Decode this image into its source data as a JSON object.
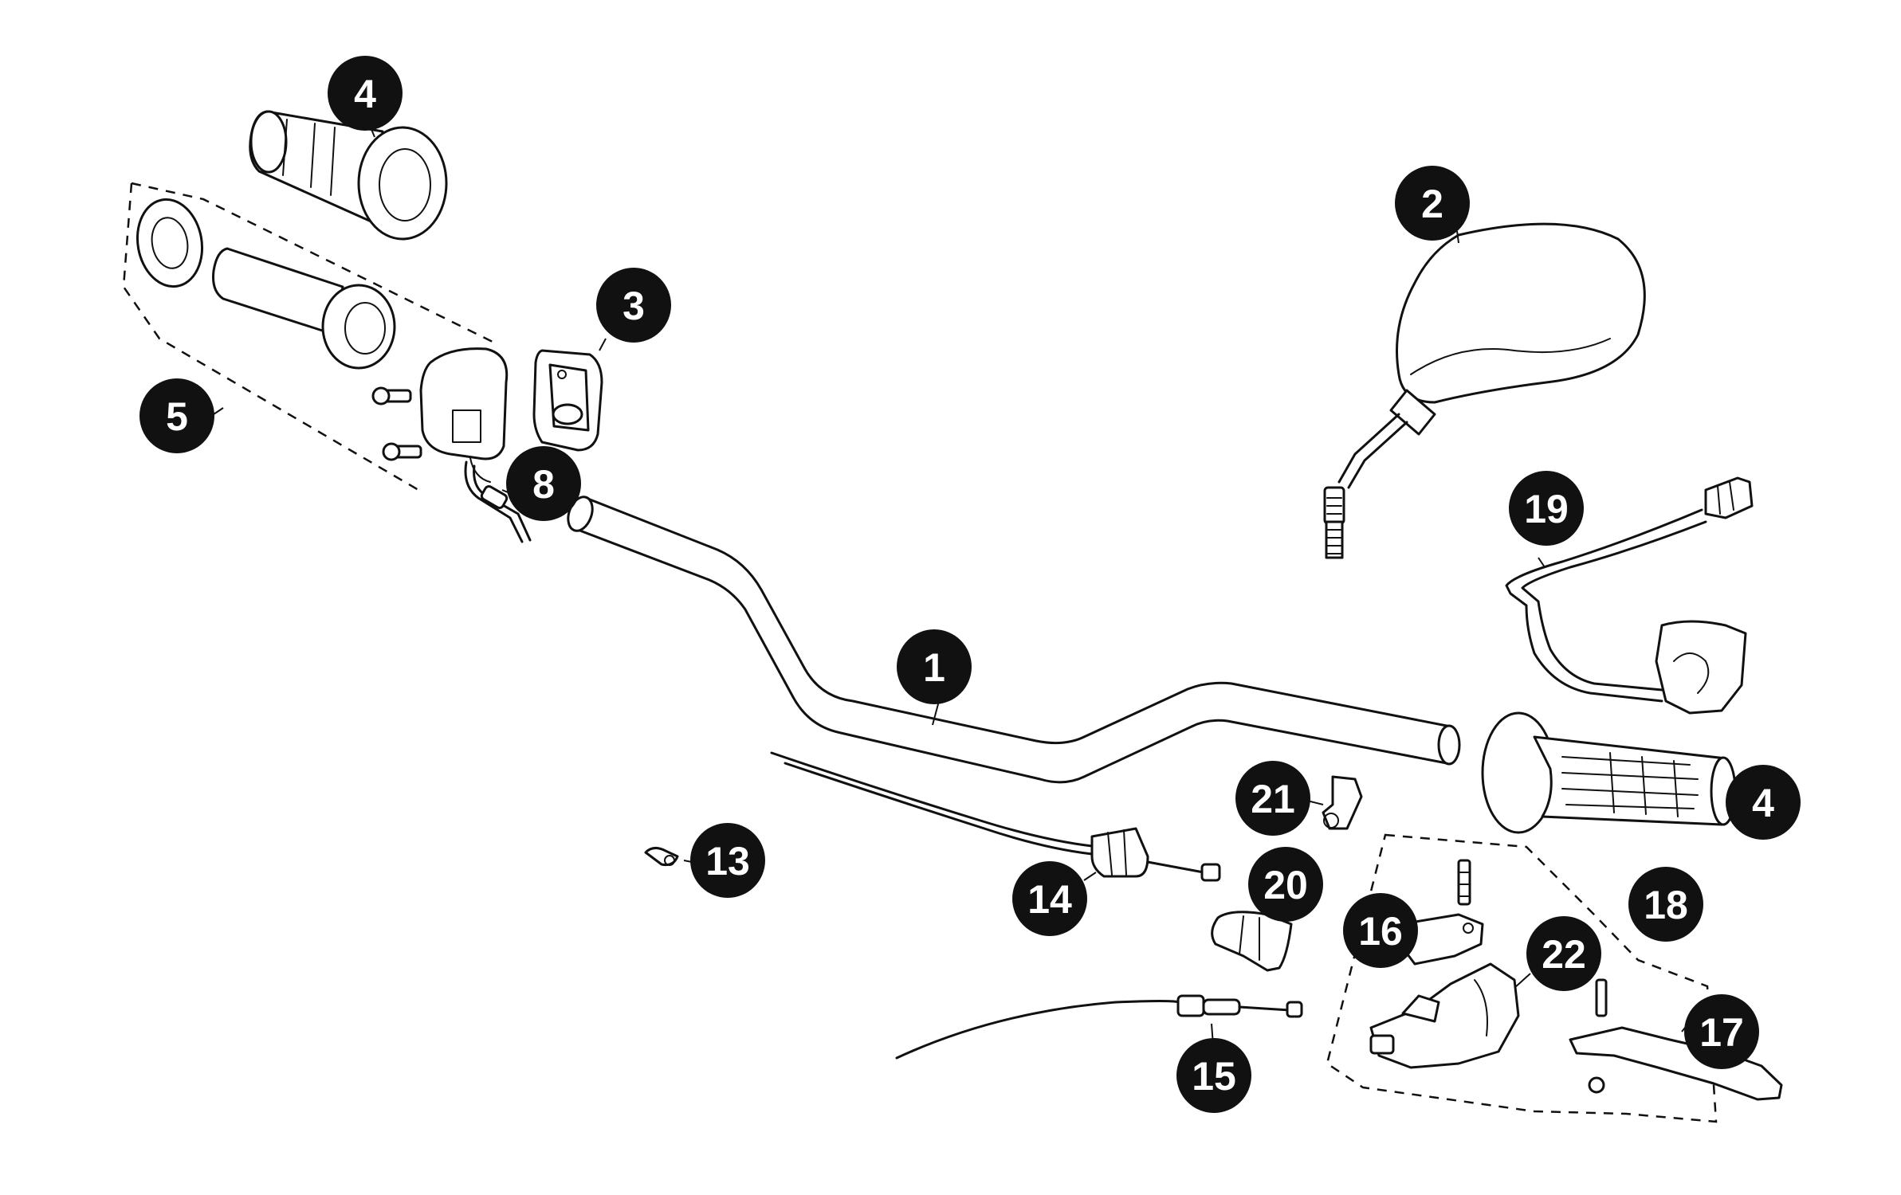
{
  "callouts": [
    {
      "id": "c1",
      "label": "1"
    },
    {
      "id": "c2",
      "label": "2"
    },
    {
      "id": "c3",
      "label": "3"
    },
    {
      "id": "c4a",
      "label": "4"
    },
    {
      "id": "c4b",
      "label": "4"
    },
    {
      "id": "c5",
      "label": "5"
    },
    {
      "id": "c8",
      "label": "8"
    },
    {
      "id": "c13",
      "label": "13"
    },
    {
      "id": "c14",
      "label": "14"
    },
    {
      "id": "c15",
      "label": "15"
    },
    {
      "id": "c16",
      "label": "16"
    },
    {
      "id": "c17",
      "label": "17"
    },
    {
      "id": "c18",
      "label": "18"
    },
    {
      "id": "c19",
      "label": "19"
    },
    {
      "id": "c20",
      "label": "20"
    },
    {
      "id": "c21",
      "label": "21"
    },
    {
      "id": "c22",
      "label": "22"
    }
  ],
  "colors": {
    "ink": "#111111",
    "paper": "#ffffff"
  }
}
